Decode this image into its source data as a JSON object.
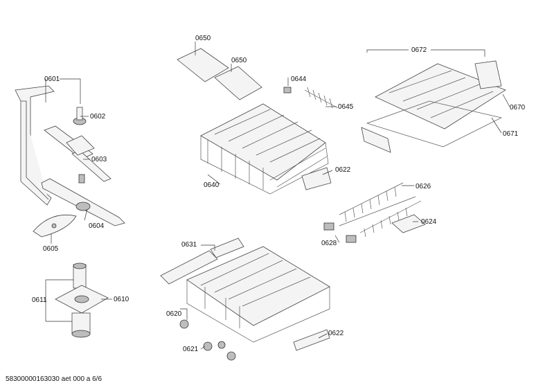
{
  "labels": {
    "p0650a": "0650",
    "p0650b": "0650",
    "p0672": "0672",
    "p0601": "0601",
    "p0602": "0602",
    "p0644": "0644",
    "p0645": "0645",
    "p0670": "0670",
    "p0671": "0671",
    "p0603": "0603",
    "p0622a": "0622",
    "p0640": "0640",
    "p0626": "0626",
    "p0604": "0604",
    "p0624": "0624",
    "p0628": "0628",
    "p0605": "0605",
    "p0631": "0631",
    "p0611": "0611",
    "p0610": "0610",
    "p0620": "0620",
    "p0622b": "0622",
    "p0621": "0621"
  },
  "footer": "58300000163030 aet 000 a 6/6"
}
